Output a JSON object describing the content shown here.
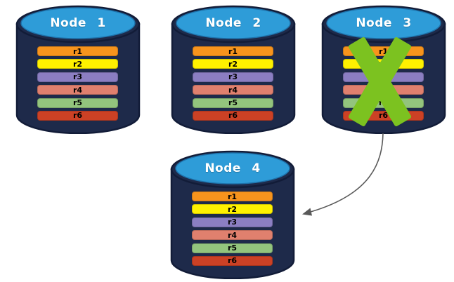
{
  "theme": {
    "background": "#FFFFFF",
    "cylinder_body": "#1E2A4A",
    "cylinder_outline": "#121C38",
    "cylinder_top_fill": "#2E9CD8",
    "cylinder_top_edge": "#1E73AC",
    "node_title_color": "#FFFFFF",
    "row_label_color": "#000000",
    "x_mark_color": "#7CC220",
    "arrow_color": "#595959"
  },
  "nodes": [
    {
      "title": "Node 1",
      "rows": [
        {
          "label": "r1",
          "color": "#F7941D"
        },
        {
          "label": "r2",
          "color": "#FFF100"
        },
        {
          "label": "r3",
          "color": "#8B7EC2"
        },
        {
          "label": "r4",
          "color": "#E0806E"
        },
        {
          "label": "r5",
          "color": "#93C47D"
        },
        {
          "label": "r6",
          "color": "#CC4125"
        }
      ]
    },
    {
      "title": "Node 2",
      "rows": [
        {
          "label": "r1",
          "color": "#F7941D"
        },
        {
          "label": "r2",
          "color": "#FFF100"
        },
        {
          "label": "r3",
          "color": "#8B7EC2"
        },
        {
          "label": "r4",
          "color": "#E0806E"
        },
        {
          "label": "r5",
          "color": "#93C47D"
        },
        {
          "label": "r6",
          "color": "#CC4125"
        }
      ]
    },
    {
      "title": "Node 3",
      "rows": [
        {
          "label": "r1",
          "color": "#F7941D"
        },
        {
          "label": "r2",
          "color": "#FFF100"
        },
        {
          "label": "r3",
          "color": "#8B7EC2"
        },
        {
          "label": "r4",
          "color": "#E0806E"
        },
        {
          "label": "r5",
          "color": "#93C47D"
        },
        {
          "label": "r6",
          "color": "#CC4125"
        }
      ]
    },
    {
      "title": "Node 4",
      "rows": [
        {
          "label": "r1",
          "color": "#F7941D"
        },
        {
          "label": "r2",
          "color": "#FFF100"
        },
        {
          "label": "r3",
          "color": "#8B7EC2"
        },
        {
          "label": "r4",
          "color": "#E0806E"
        },
        {
          "label": "r5",
          "color": "#93C47D"
        },
        {
          "label": "r6",
          "color": "#CC4125"
        }
      ]
    }
  ]
}
